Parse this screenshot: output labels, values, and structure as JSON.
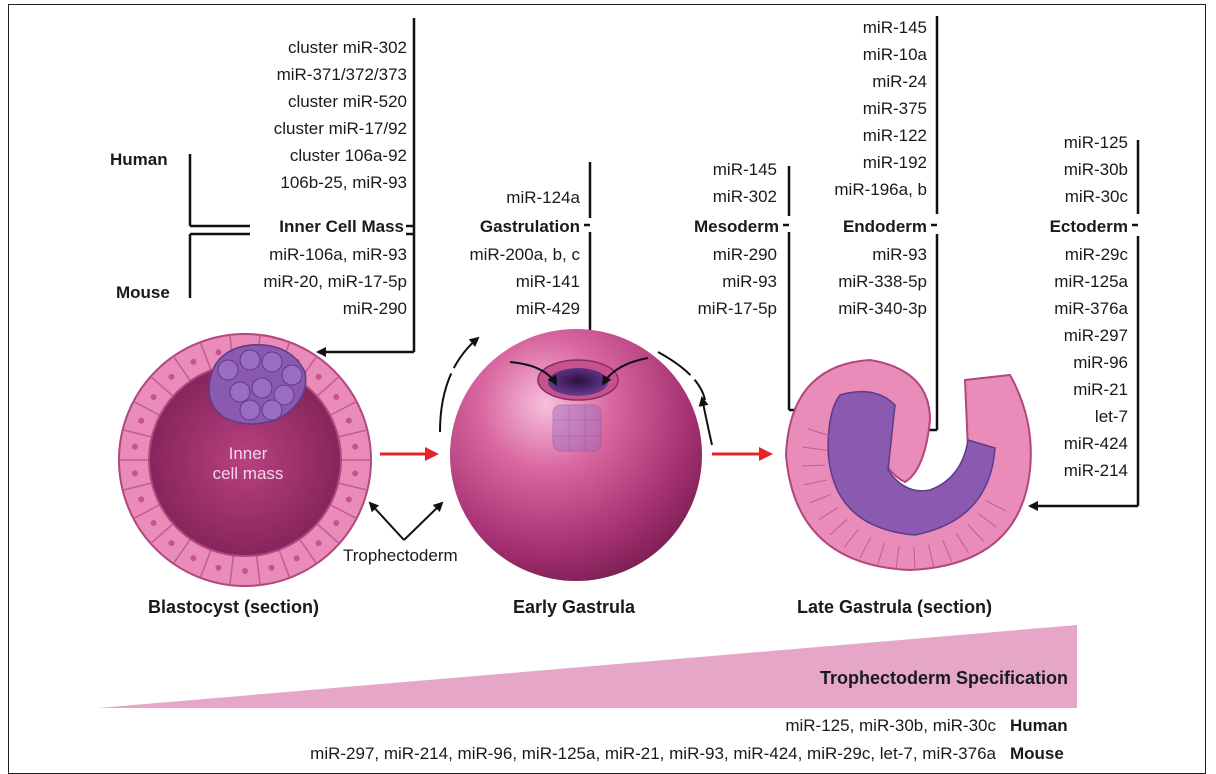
{
  "inner_cell_mass": {
    "human_label": "Human",
    "mouse_label": "Mouse",
    "title": "Inner Cell Mass",
    "human_mirnas": [
      "cluster miR-302",
      "miR-371/372/373",
      "cluster miR-520",
      "cluster miR-17/92",
      "cluster 106a-92",
      "106b-25, miR-93"
    ],
    "mouse_mirnas": [
      "miR-106a, miR-93",
      "miR-20, miR-17-5p",
      "miR-290"
    ]
  },
  "gastrulation": {
    "title": "Gastrulation",
    "above": [
      "miR-124a"
    ],
    "below": [
      "miR-200a, b, c",
      "miR-141",
      "miR-429"
    ]
  },
  "mesoderm": {
    "title": "Mesoderm",
    "above": [
      "miR-145",
      "miR-302"
    ],
    "below": [
      "miR-290",
      "miR-93",
      "miR-17-5p"
    ]
  },
  "endoderm": {
    "title": "Endoderm",
    "above": [
      "miR-145",
      "miR-10a",
      "miR-24",
      "miR-375",
      "miR-122",
      "miR-192",
      "miR-196a, b"
    ],
    "below": [
      "miR-93",
      "miR-338-5p",
      "miR-340-3p"
    ]
  },
  "ectoderm": {
    "title": "Ectoderm",
    "above": [
      "miR-125",
      "miR-30b",
      "miR-30c"
    ],
    "below": [
      "miR-29c",
      "miR-125a",
      "miR-376a",
      "miR-297",
      "miR-96",
      "miR-21",
      "let-7",
      "miR-424",
      "miR-214"
    ]
  },
  "stages": {
    "blastocyst_caption": "Blastocyst (section)",
    "early_caption": "Early Gastrula",
    "late_caption": "Late Gastrula (section)",
    "inner_cell_mass_text": [
      "Inner",
      "cell mass"
    ],
    "trophectoderm_text": "Trophectoderm"
  },
  "specification": {
    "title": "Trophectoderm Specification",
    "human_mirnas": "miR-125, miR-30b, miR-30c",
    "human_label": "Human",
    "mouse_mirnas": "miR-297, miR-214, miR-96, miR-125a, miR-21, miR-93, miR-424, miR-29c, let-7, miR-376a",
    "mouse_label": "Mouse"
  },
  "colors": {
    "cell_pink": "#e98cba",
    "cell_dark_pink": "#c8528f",
    "cavity": "#9a2a64",
    "inner_purple": "#8a5ab0",
    "wedge": "#e6a6c8",
    "arrow_red": "#e3242b"
  }
}
